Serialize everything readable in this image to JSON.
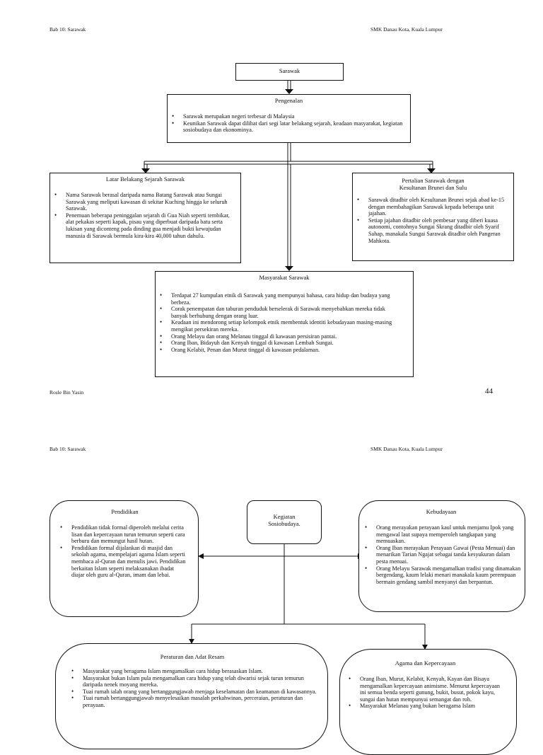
{
  "page1": {
    "header_left": "Bab 10: Sarawak",
    "header_right": "SMK Danau Kota, Kuala Lumpur",
    "footer_left": "Rosle Bin Yasin",
    "page_number": "44",
    "sarawak": {
      "title": "Sarawak"
    },
    "pengenalan": {
      "title": "Pengenalan",
      "items": [
        "Sarawak merupakan negeri terbesar di Malaysia",
        "Keunikan Sarawak dapat dilihat dari segi latar belakang sejarah, keadaan masyarakat, kegiatan sosiobudaya dan ekonominya."
      ]
    },
    "latar": {
      "title": "Latar Belakang Sejarah Sarawak",
      "items": [
        "Nama Sarawak berasal daripada nama Batang Sarawak atau Sungai Sarawak yang meliputi kawasan di sekitar Kuching hingga ke seluruh Sarawak.",
        "Penemuan beberapa peninggalan sejarah di Gua Niah seperti tembikar, alat pekakas seperti kapak, pisau yang diperbuat daripada batu serta lukisan yang diconteng pada dinding gua menjadi bukti kewujudan manusia di Sarawak bermula kira-kira 40,000 tahun dahulu."
      ]
    },
    "pertalian": {
      "title_line1": "Pertalian Sarawak dengan",
      "title_line2": "Kesultanan Brunei dan Sulu",
      "items": [
        "Sarawak ditadbir oleh Kesultanan Brunei sejak abad ke-15 dengan membahagikan Sarawak kepada beberapa unit jajahan.",
        "Setiap jajahan ditadbir oleh pembesar yang diberi kuasa autonomi, contohnya Sungai Skrang ditadbir oleh Syarif Sahap, manakala Sungai Sarawak ditadbir oleh Pangeran Mahkota."
      ]
    },
    "masyarakat": {
      "title": "Masyarakat Sarawak",
      "items": [
        "Terdapat 27 kumpulan etnik di Sarawak yang mempunyai bahasa, cara hidup dan budaya yang berbeza.",
        "Corak penempatan dan taburan penduduk berselerak di Sarawak menyebabkan mereka tidak banyak berhubung dengan orang luar.",
        "Keadaan ini mendorong setiap kelompok etnik membentuk identiti kebudayaan masing-masing mengikut persekiran mereka.",
        "Orang Melayu dan orang Melanau tinggal di kawasan persisiran pantai.",
        "Orang Iban, Bidayuh dan Kenyah tinggal di kawasan Lembah Sungai.",
        "Orang Kelabit, Penan dan Murut tinggal di kawasan pedalaman."
      ]
    }
  },
  "page2": {
    "header_left": "Bab 10: Sarawak",
    "header_right": "SMK Danau Kota, Kuala Lumpur",
    "kegiatan": {
      "title_line1": "Kegiatan",
      "title_line2": "Sosiobudaya."
    },
    "pendidikan": {
      "title": "Pendidikan",
      "items": [
        "Pendidikan tidak formal diperoleh melalui cerita lisan dan kepercayaan turun temurun seperti cara berburu dan memungut hasil hutan.",
        "Pendidikan formal dijalankan di masjid dan sekolah agama, mempelajari agama Islam seperti membaca al-Quran dan menulis jawi. Pendidikan berkaitan Islam seperti melaksanakan ibadat diajar oleh guru al-Quran, imam dan lebai."
      ]
    },
    "kebudayaan": {
      "title": "Kebudayaan",
      "items": [
        "Orang merayakan perayaan kaul untuk menjamu Ipok yang mengawal laut supaya memperoleh tangkapan yang memuaskan.",
        "Orang Iban merayakan Perayaan Gawai (Pesta Menuai) dan menarikan Tarian Ngajat sebagai tanda kesyukuran dalam pesta menuai.",
        "Orang Melayu Sarawak mengamalkan tradisi yang dinamakan bergendang, kaum lelaki menari manakala kaum perempuan bermain gendang sambil menyanyi dan berpantun."
      ]
    },
    "peraturan": {
      "title": "Peraturan dan Adat Resam",
      "items": [
        "Masyarakat yang beragama Islam mengamalkan cara hidup berasaskan Islam.",
        "Masyarakat bukan Islam pula mengamalkan cara hidup yang telah diwarisi sejak turun temurun daripada nenek moyang mereka.",
        "Tuai rumah ialah orang yang bertanggungjawab menjaga keselamatan dan keamanan di kawasannya.",
        "Tuai rumah bertanggungjawab menyelesaikan masalah perkahwinan, perceraian, peraturan dan perayaan."
      ]
    },
    "agama": {
      "title": "Agama dan Kepercayaan",
      "items": [
        "Orang Iban, Murut, Kelabit, Kenyah, Kayan dan Bisaya mengamalkan kepercayaan animisme. Menurut kepercayaan ini semua benda seperti gunung, bukit, busut, pokok kayu, sungai dan hutan mempunyai semangat dan roh.",
        "Masyarakat Melanau yang bukan beragama Islam"
      ]
    }
  }
}
